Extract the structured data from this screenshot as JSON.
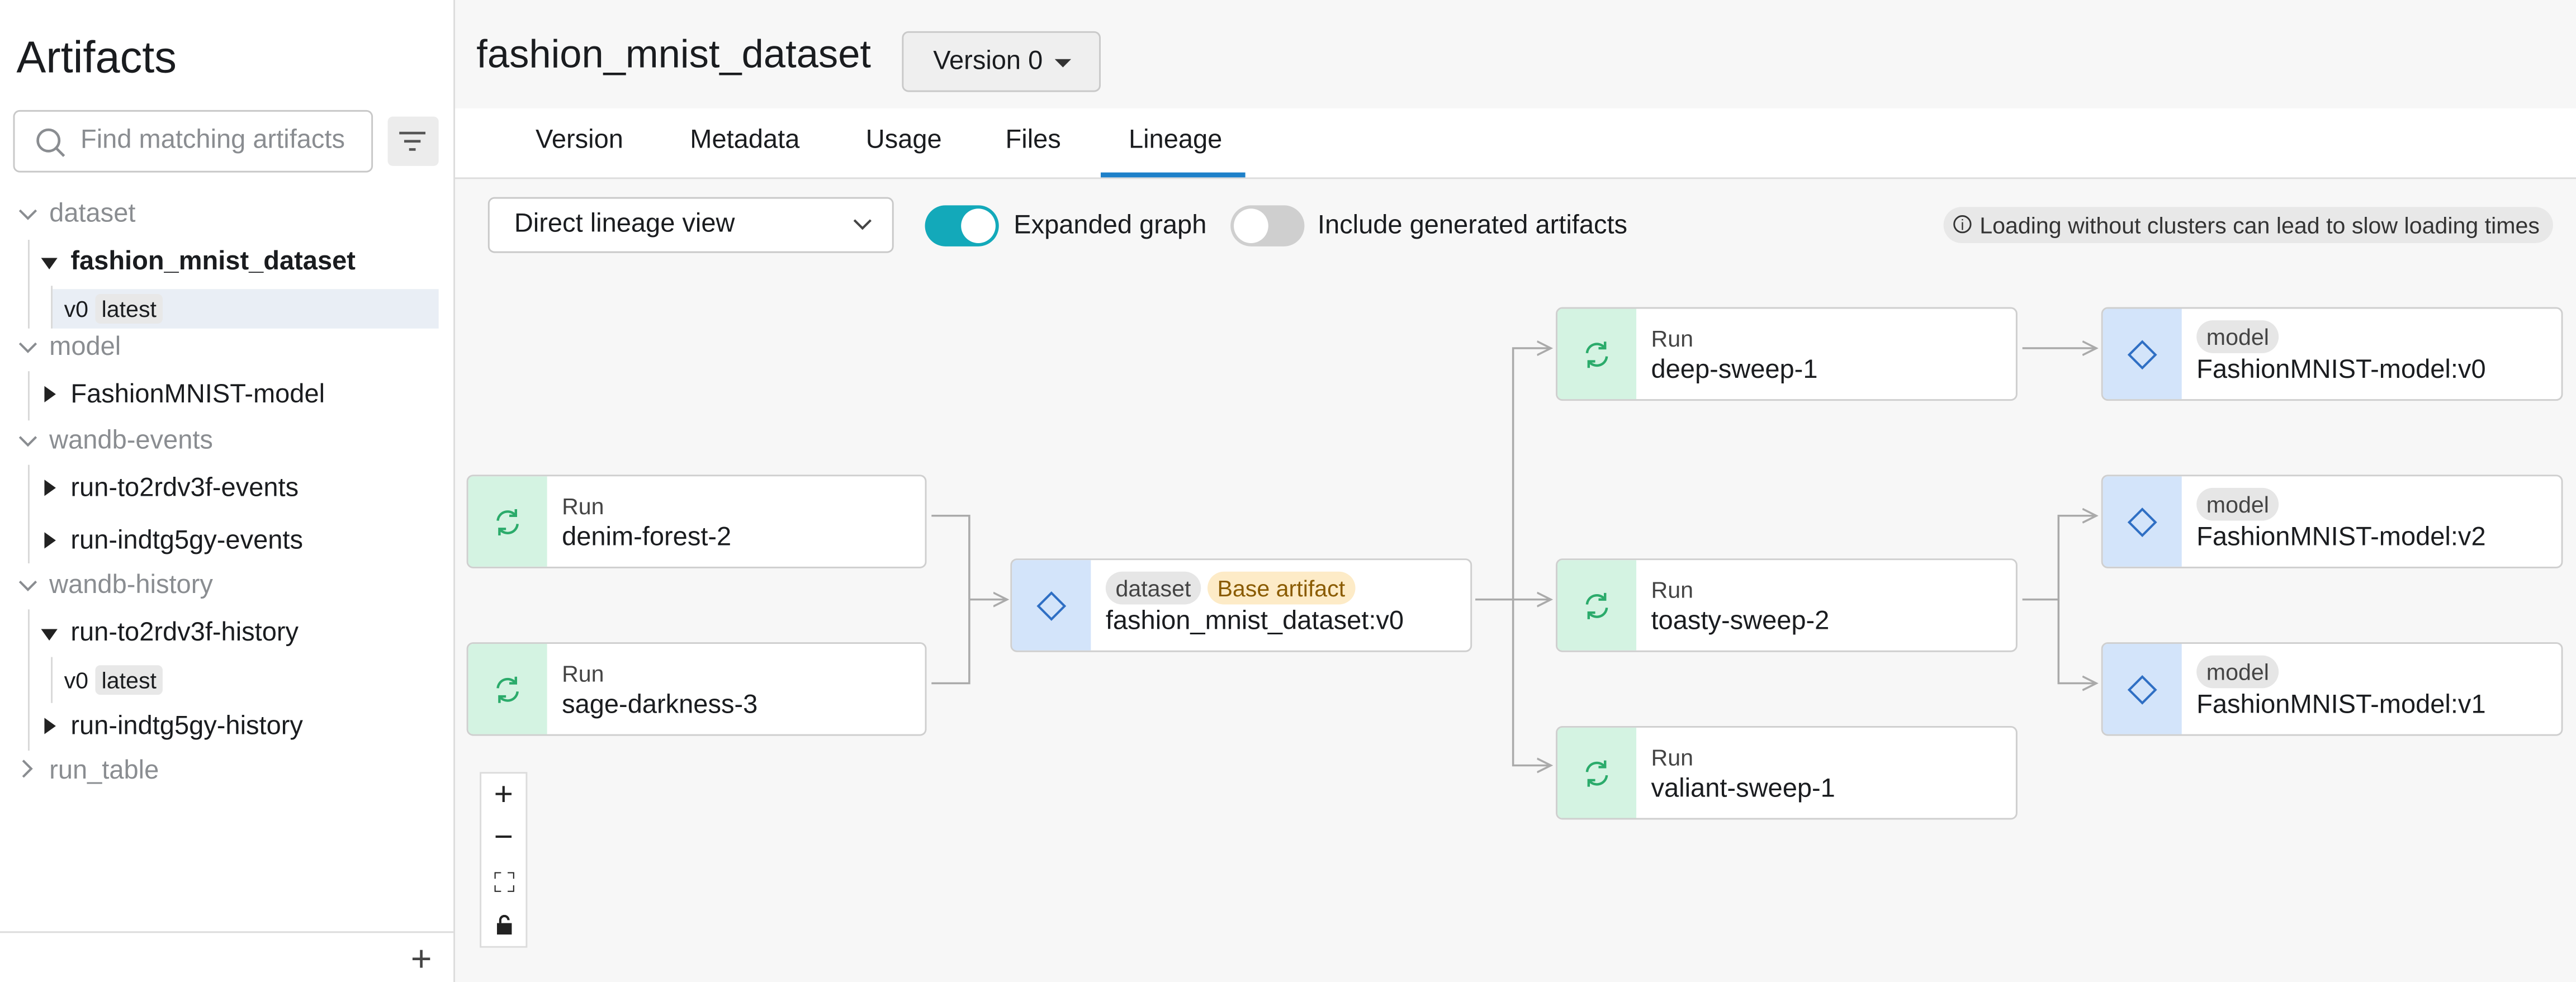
{
  "sidebar": {
    "title": "Artifacts",
    "search_placeholder": "Find matching artifacts",
    "groups": [
      {
        "label": "dataset"
      },
      {
        "label": "model"
      },
      {
        "label": "wandb-events"
      },
      {
        "label": "wandb-history"
      },
      {
        "label": "run_table"
      }
    ],
    "items": [
      {
        "label": "fashion_mnist_dataset"
      },
      {
        "label": "FashionMNIST-model"
      },
      {
        "label": "run-to2rdv3f-events"
      },
      {
        "label": "run-indtg5gy-events"
      },
      {
        "label": "run-to2rdv3f-history"
      },
      {
        "label": "run-indtg5gy-history"
      }
    ],
    "versions": [
      {
        "version": "v0",
        "tag": "latest"
      },
      {
        "version": "v0",
        "tag": "latest"
      }
    ]
  },
  "header": {
    "title": "fashion_mnist_dataset",
    "version_dropdown": "Version 0"
  },
  "tabs": [
    {
      "label": "Version"
    },
    {
      "label": "Metadata"
    },
    {
      "label": "Usage"
    },
    {
      "label": "Files"
    },
    {
      "label": "Lineage",
      "active": true
    }
  ],
  "controls": {
    "view_select": "Direct lineage view",
    "expanded_label": "Expanded graph",
    "expanded_on": true,
    "generated_label": "Include generated artifacts",
    "generated_on": false,
    "info": "Loading without clusters can lead to slow loading times"
  },
  "graph": {
    "run_kind": "Run",
    "runs_in": [
      {
        "name": "denim-forest-2"
      },
      {
        "name": "sage-darkness-3"
      }
    ],
    "center": {
      "type": "dataset",
      "badge": "Base artifact",
      "name": "fashion_mnist_dataset:v0"
    },
    "runs_out": [
      {
        "name": "deep-sweep-1"
      },
      {
        "name": "toasty-sweep-2"
      },
      {
        "name": "valiant-sweep-1"
      }
    ],
    "model_type": "model",
    "models": [
      {
        "name": "FashionMNIST-model:v0"
      },
      {
        "name": "FashionMNIST-model:v2"
      },
      {
        "name": "FashionMNIST-model:v1"
      }
    ]
  },
  "colors": {
    "accent": "#13a9ba",
    "tab_underline": "#1e80c9",
    "run_icon_bg": "#d4f3e2",
    "artifact_icon_bg": "#d3e4fa",
    "base_badge": "#fdebc7"
  }
}
